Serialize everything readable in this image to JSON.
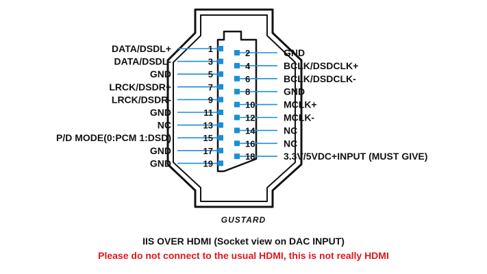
{
  "brand": "GUSTARD",
  "title": "IIS OVER HDMI  (Socket view on DAC INPUT)",
  "warning": "Please do not connect to the usual HDMI, this is not really HDMI",
  "colors": {
    "pin": "#1a8fd6",
    "line": "#1a8fd6",
    "warning": "#e0161c",
    "outline": "#111111"
  },
  "left_pins": [
    {
      "num": "1",
      "label": "DATA/DSDL+"
    },
    {
      "num": "3",
      "label": "DATA/DSDL-"
    },
    {
      "num": "5",
      "label": "GND"
    },
    {
      "num": "7",
      "label": "LRCK/DSDR+"
    },
    {
      "num": "9",
      "label": "LRCK/DSDR-"
    },
    {
      "num": "11",
      "label": "GND"
    },
    {
      "num": "13",
      "label": "NC"
    },
    {
      "num": "15",
      "label": "P/D MODE(0:PCM 1:DSD)"
    },
    {
      "num": "17",
      "label": "GND"
    },
    {
      "num": "19",
      "label": "GND"
    }
  ],
  "right_pins": [
    {
      "num": "2",
      "label": "GND"
    },
    {
      "num": "4",
      "label": "BCLK/DSDCLK+"
    },
    {
      "num": "6",
      "label": "BCLK/DSDCLK-"
    },
    {
      "num": "8",
      "label": "GND"
    },
    {
      "num": "10",
      "label": "MCLK+"
    },
    {
      "num": "12",
      "label": "MCLK-"
    },
    {
      "num": "14",
      "label": "NC"
    },
    {
      "num": "16",
      "label": "NC"
    },
    {
      "num": "18",
      "label": "3.3V/5VDC+INPUT (MUST GIVE)"
    }
  ]
}
